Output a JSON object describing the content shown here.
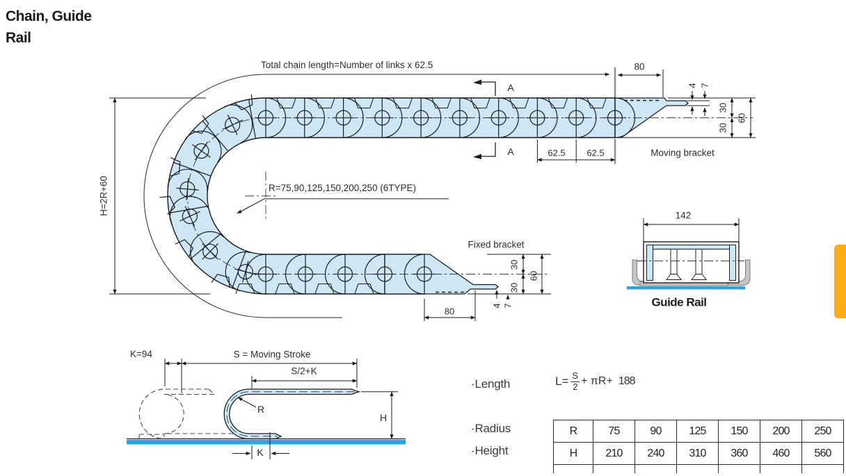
{
  "page": {
    "title_line1": "Chain, Guide",
    "title_line2": "Rail"
  },
  "drawing": {
    "total_length_note": "Total chain length=Number of links x 62.5",
    "radius_note": "R=75,90,125,150,200,250 (6TYPE)",
    "height_note": "H=2R+60",
    "moving_bracket": "Moving bracket",
    "fixed_bracket": "Fixed bracket",
    "section": "A",
    "pitch": "62.5",
    "d80": "80",
    "d4": "4",
    "d7": "7",
    "d30": "30",
    "d60": "60"
  },
  "guide_rail": {
    "width": "142",
    "label": "Guide Rail"
  },
  "stroke": {
    "k_eq": "K=94",
    "s_label": "S = Moving Stroke",
    "s2k": "S/2+K",
    "r": "R",
    "h": "H",
    "k": "K"
  },
  "specs": {
    "length": "·Length",
    "radius": "·Radius",
    "height": "·Height",
    "formula": {
      "lhs": "L=",
      "num": "S",
      "den": "2",
      "mid": "+ πR+",
      "tail": "188"
    }
  },
  "spec_table": {
    "rows": [
      {
        "head": "R",
        "values": [
          "75",
          "90",
          "125",
          "150",
          "200",
          "250"
        ]
      },
      {
        "head": "H",
        "values": [
          "210",
          "240",
          "310",
          "360",
          "460",
          "560"
        ]
      }
    ]
  },
  "colors": {
    "chain_fill": "#cde7f6",
    "ground_blue": "#2ba6db",
    "tab_orange": "#faab18",
    "rail_gray": "#c6c6c6"
  }
}
